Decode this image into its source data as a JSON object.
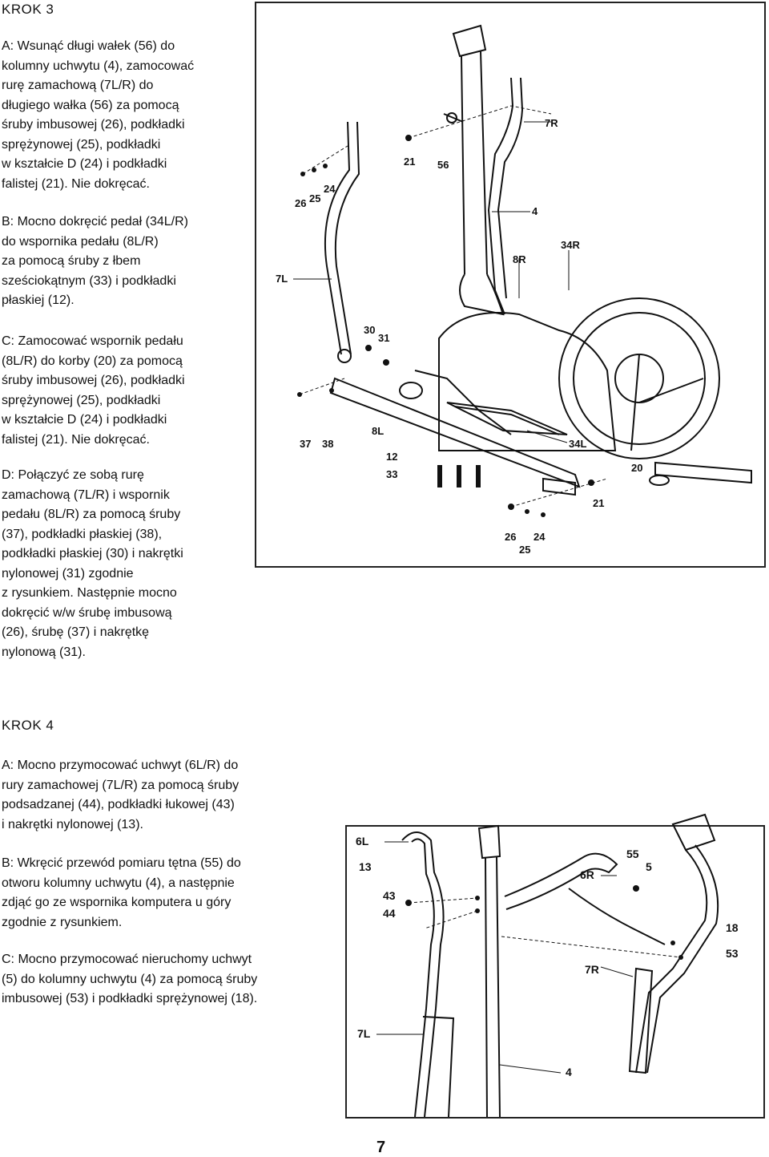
{
  "step3": {
    "heading": "KROK 3",
    "a": "A: Wsunąć długi wałek (56) do\nkolumny uchwytu (4), zamocować\nrurę zamachową (7L/R) do\ndługiego wałka (56) za pomocą\nśruby imbusowej (26), podkładki\nsprężynowej (25), podkładki\nw kształcie D (24) i podkładki\nfalistej (21). Nie dokręcać.",
    "b": "B: Mocno dokręcić pedał (34L/R)\ndo wspornika pedału (8L/R)\nza pomocą śruby z łbem\nsześciokątnym (33) i podkładki\npłaskiej (12).",
    "c": "C: Zamocować wspornik pedału\n(8L/R) do korby (20) za pomocą\nśruby imbusowej (26), podkładki\nsprężynowej (25), podkładki\nw kształcie D (24) i podkładki\nfalistej (21). Nie dokręcać.",
    "d": "D: Połączyć ze sobą rurę\nzamachową (7L/R) i wspornik\npedału (8L/R) za pomocą śruby\n(37), podkładki płaskiej (38),\npodkładki płaskiej (30) i nakrętki\nnylonowej (31) zgodnie\nz rysunkiem. Następnie mocno\ndokręcić w/w śrubę imbusową\n(26), śrubę (37) i nakrętkę\nnylonową (31).",
    "labels": {
      "l7R": "7R",
      "l21a": "21",
      "l56": "56",
      "l26a": "26",
      "l25a": "25",
      "l24a": "24",
      "l4": "4",
      "l34R": "34R",
      "l8R": "8R",
      "l7L": "7L",
      "l30": "30",
      "l31": "31",
      "l8L": "8L",
      "l37": "37",
      "l38": "38",
      "l12": "12",
      "l33": "33",
      "l34L": "34L",
      "l20": "20",
      "l21b": "21",
      "l26b": "26",
      "l24b": "24",
      "l25b": "25"
    }
  },
  "step4": {
    "heading": "KROK 4",
    "a": "A: Mocno przymocować uchwyt (6L/R) do\nrury zamachowej (7L/R) za pomocą śruby\npodsadzanej (44), podkładki łukowej (43)\ni nakrętki nylonowej (13).",
    "b": "B: Wkręcić przewód pomiaru tętna (55) do\notworu kolumny uchwytu (4), a następnie\nzdjąć go ze wspornika komputera u góry\nzgodnie z rysunkiem.",
    "c": "C: Mocno przymocować nieruchomy uchwyt\n(5) do kolumny uchwytu (4) za pomocą śruby\nimbusowej (53) i podkładki sprężynowej (18).",
    "labels": {
      "l6L": "6L",
      "l13": "13",
      "l43": "43",
      "l44": "44",
      "l6R": "6R",
      "l55": "55",
      "l5": "5",
      "l18": "18",
      "l53": "53",
      "l7R": "7R",
      "l7L": "7L",
      "l4": "4"
    }
  },
  "page_number": "7"
}
